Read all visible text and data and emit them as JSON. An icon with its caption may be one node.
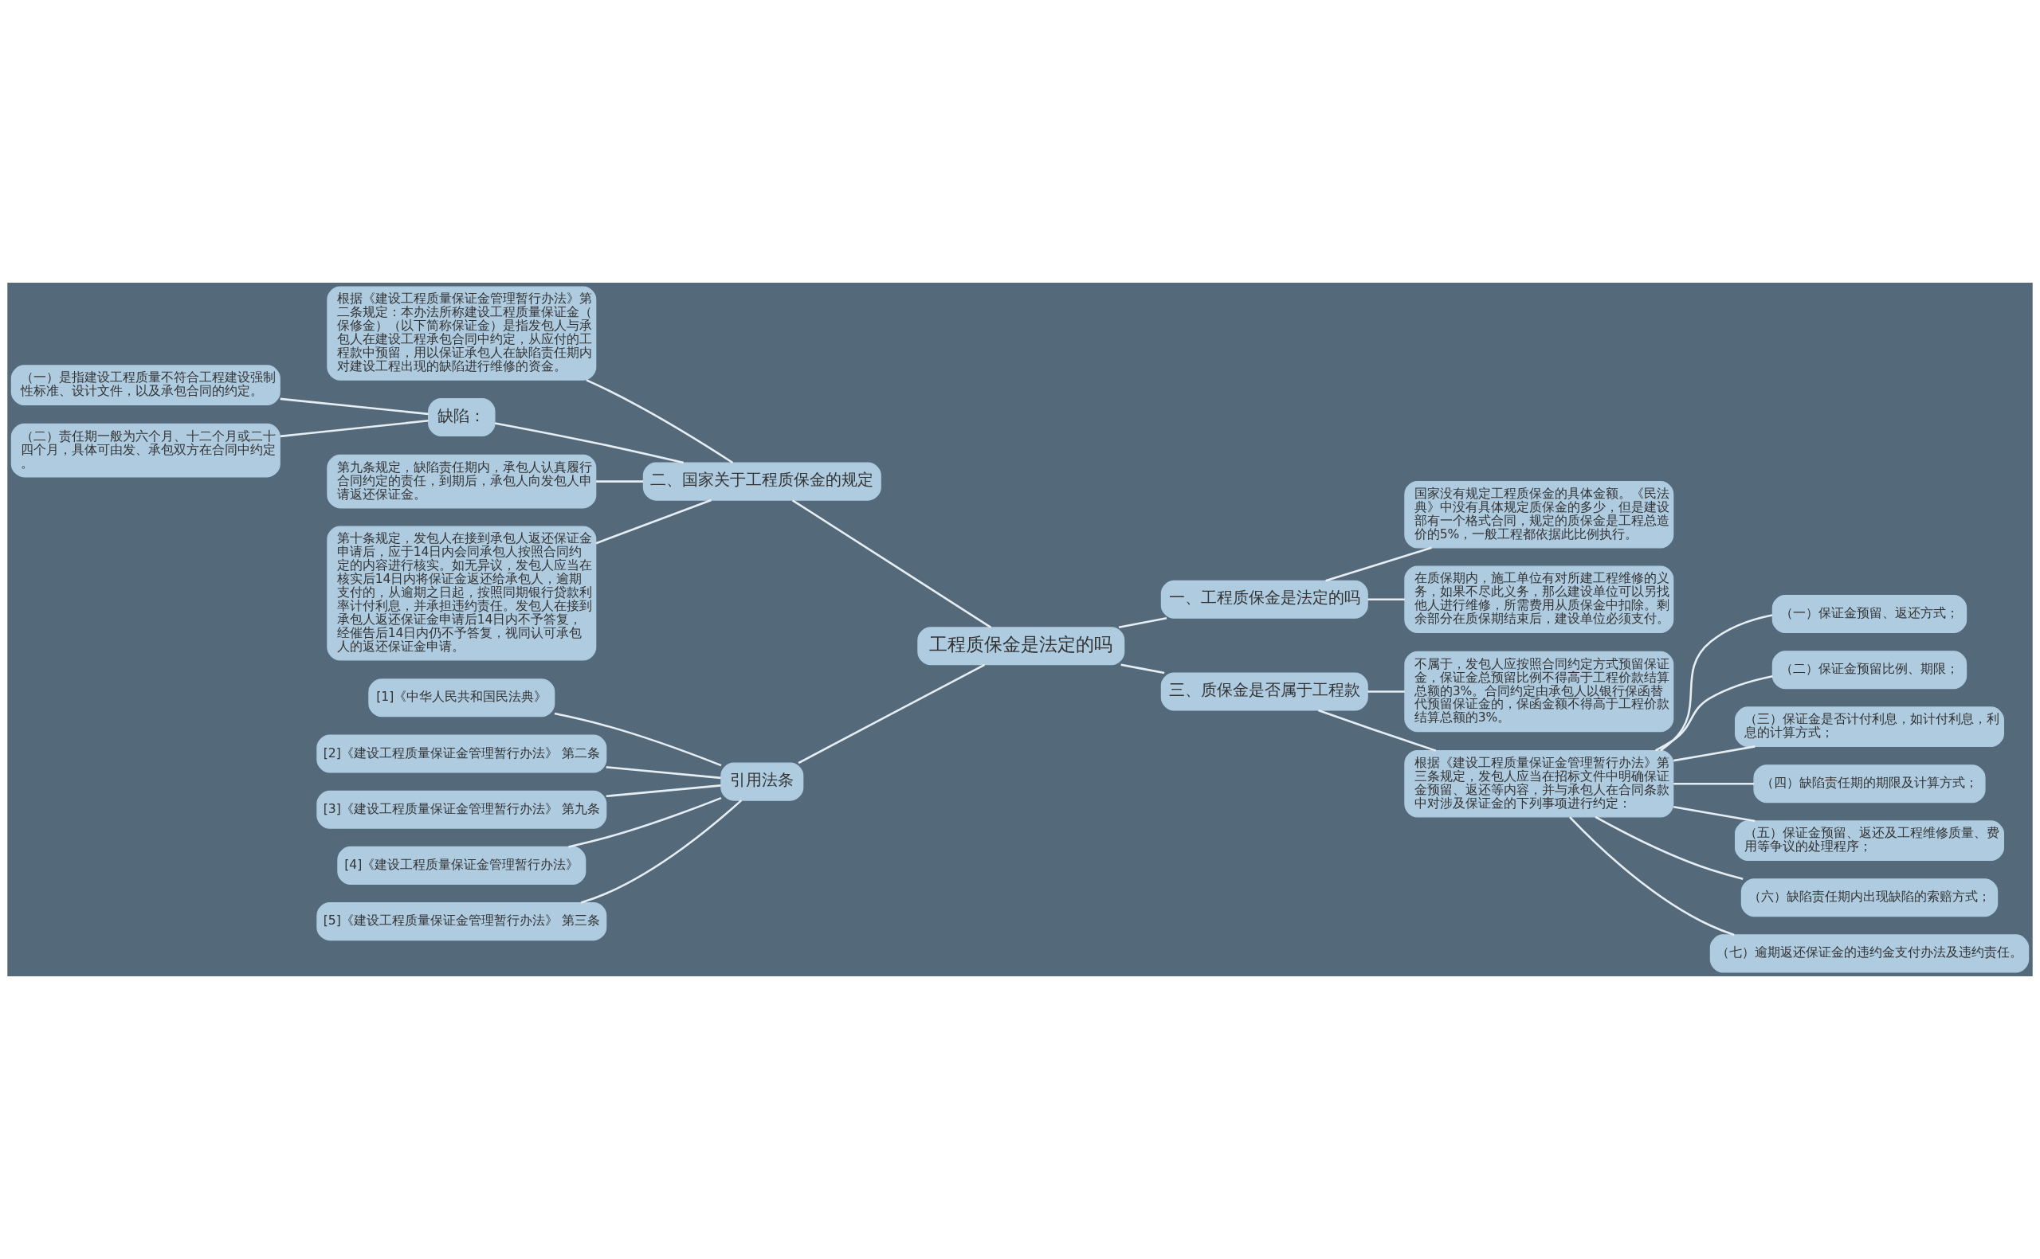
{
  "diagram": {
    "nodes": [
      {
        "text": [
          "工程质保金是法定的吗"
        ]
      },
      {
        "text": [
          "二、国家关于工程质保金的规定"
        ]
      },
      {
        "text": [
          "根据《建设工程质量保证金管理暂行办法》第二条规定：本办法所称建设工程质量保证金（保修金）（以下简称保证金）是指发包人与承包人在建设工程承包合同中约定，从应付的工程款中预留，用以保证承包人在缺陷责任期内对建设工程出现的缺陷进行维修的资金。"
        ]
      },
      {
        "text": [
          "缺陷："
        ]
      },
      {
        "text": [
          "（一）是指建设工程质量不符合工程建设强制性标准、设计文件，以及承包合同的约定。"
        ]
      },
      {
        "text": [
          "（二）责任期一般为六个月、十二个月或二十四个月，具体可由发、承包双方在合同中约定。"
        ]
      },
      {
        "text": [
          "第九条规定，缺陷责任期内，承包人认真履行合同约定的责任，到期后，承包人向发包人申请返还保证金。"
        ]
      },
      {
        "text": [
          "第十条规定，发包人在接到承包人返还保证金申请后，应于14日内会同承包人按照合同约定的内容进行核实。如无异议，发包人应当在核实后14日内将保证金返还给承包人，逾期支付的，从逾期之日起，按照同期银行贷款利率计付利息，并承担违约责任。发包人在接到承包人返还保证金申请后14日内不予答复，经催告后14日内仍不予答复，视同认可承包人的返还保证金申请。"
        ]
      },
      {
        "text": [
          "引用法条"
        ]
      },
      {
        "text": [
          "[1]《中华人民共和国民法典》"
        ]
      },
      {
        "text": [
          "[2]《建设工程质量保证金管理暂行办法》 第二条"
        ]
      },
      {
        "text": [
          "[3]《建设工程质量保证金管理暂行办法》 第九条"
        ]
      },
      {
        "text": [
          "[4]《建设工程质量保证金管理暂行办法》"
        ]
      },
      {
        "text": [
          "[5]《建设工程质量保证金管理暂行办法》 第三条"
        ]
      },
      {
        "text": [
          "一、工程质保金是法定的吗"
        ]
      },
      {
        "text": [
          "国家没有规定工程质保金的具体金额。《民法典》中没有具体规定质保金的多少，但是建设部有一个格式合同，规定的质保金是工程总造价的5%，一般工程都依据此比例执行。"
        ]
      },
      {
        "text": [
          "在质保期内，施工单位有对所建工程维修的义务，如果不尽此义务，那么建设单位可以另找他人进行维修，所需费用从质保金中扣除。剩余部分在质保期结束后，建设单位必须支付。"
        ]
      },
      {
        "text": [
          "三、质保金是否属于工程款"
        ]
      },
      {
        "text": [
          "不属于，发包人应按照合同约定方式预留保证金，保证金总预留比例不得高于工程价款结算总额的3%。合同约定由承包人以银行保函替代预留保证金的，保函金额不得高于工程价款结算总额的3%。"
        ]
      },
      {
        "text": [
          "根据《建设工程质量保证金管理暂行办法》第三条规定，发包人应当在招标文件中明确保证金预留、返还等内容，并与承包人在合同条款中对涉及保证金的下列事项进行约定："
        ]
      },
      {
        "text": [
          "（一）保证金预留、返还方式；"
        ]
      },
      {
        "text": [
          "（二）保证金预留比例、期限；"
        ]
      },
      {
        "text": [
          "（三）保证金是否计付利息，如计付利息，利息的计算方式；"
        ]
      },
      {
        "text": [
          "（四）缺陷责任期的期限及计算方式；"
        ]
      },
      {
        "text": [
          "（五）保证金预留、返还及工程维修质量、费用等争议的处理程序；"
        ]
      },
      {
        "text": [
          "（六）缺陷责任期内出现缺陷的索赔方式；"
        ]
      },
      {
        "text": [
          "（七）逾期返还保证金的违约金支付办法及违约责任。"
        ]
      }
    ],
    "edges": [
      {
        "from": 0,
        "to": 1,
        "arrow": "none"
      },
      {
        "from": 1,
        "to": 2,
        "arrow": "none"
      },
      {
        "from": 1,
        "to": 3,
        "arrow": "none"
      },
      {
        "from": 3,
        "to": 4,
        "arrow": "none"
      },
      {
        "from": 3,
        "to": 5,
        "arrow": "none"
      },
      {
        "from": 1,
        "to": 6,
        "arrow": "none"
      },
      {
        "from": 1,
        "to": 7,
        "arrow": "none"
      },
      {
        "from": 0,
        "to": 8,
        "arrow": "none"
      },
      {
        "from": 8,
        "to": 9,
        "arrow": "none"
      },
      {
        "from": 8,
        "to": 10,
        "arrow": "none"
      },
      {
        "from": 8,
        "to": 11,
        "arrow": "none"
      },
      {
        "from": 8,
        "to": 12,
        "arrow": "none"
      },
      {
        "from": 8,
        "to": 13,
        "arrow": "none"
      },
      {
        "from": 0,
        "to": 14,
        "arrow": "none"
      },
      {
        "from": 14,
        "to": 15,
        "arrow": "none"
      },
      {
        "from": 14,
        "to": 16,
        "arrow": "none"
      },
      {
        "from": 0,
        "to": 17,
        "arrow": "none"
      },
      {
        "from": 17,
        "to": 18,
        "arrow": "none"
      },
      {
        "from": 17,
        "to": 19,
        "arrow": "none"
      },
      {
        "from": 19,
        "to": 20,
        "arrow": "none"
      },
      {
        "from": 19,
        "to": 21,
        "arrow": "none"
      },
      {
        "from": 19,
        "to": 22,
        "arrow": "none"
      },
      {
        "from": 19,
        "to": 23,
        "arrow": "none"
      },
      {
        "from": 19,
        "to": 24,
        "arrow": "none"
      },
      {
        "from": 19,
        "to": 25,
        "arrow": "none"
      },
      {
        "from": 19,
        "to": 26,
        "arrow": "none"
      }
    ]
  }
}
